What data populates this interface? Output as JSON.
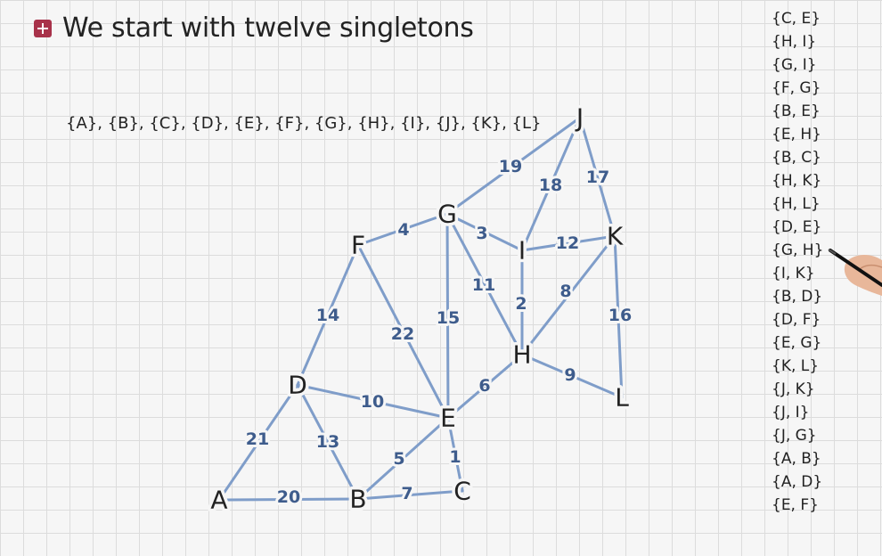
{
  "title": "We start with twelve singletons",
  "singletons": "{A}, {B}, {C}, {D}, {E}, {F}, {G}, {H}, {I}, {J}, {K}, {L}",
  "edge_list": [
    "{C, E}",
    "{H, I}",
    "{G, I}",
    "{F, G}",
    "{B, E}",
    "{E, H}",
    "{B, C}",
    "{H, K}",
    "{H, L}",
    "{D, E}",
    "{G, H}",
    "{I, K}",
    "{B, D}",
    "{D, F}",
    "{E, G}",
    "{K, L}",
    "{J, K}",
    "{J, I}",
    "{J, G}",
    "{A, B}",
    "{A, D}",
    "{E, F}"
  ],
  "graph": {
    "nodes": [
      "A",
      "B",
      "C",
      "D",
      "E",
      "F",
      "G",
      "H",
      "I",
      "J",
      "K",
      "L"
    ],
    "edges": [
      {
        "a": "C",
        "b": "E",
        "w": "1"
      },
      {
        "a": "H",
        "b": "I",
        "w": "2"
      },
      {
        "a": "G",
        "b": "I",
        "w": "3"
      },
      {
        "a": "F",
        "b": "G",
        "w": "4"
      },
      {
        "a": "B",
        "b": "E",
        "w": "5"
      },
      {
        "a": "E",
        "b": "H",
        "w": "6"
      },
      {
        "a": "B",
        "b": "C",
        "w": "7"
      },
      {
        "a": "H",
        "b": "K",
        "w": "8"
      },
      {
        "a": "H",
        "b": "L",
        "w": "9"
      },
      {
        "a": "D",
        "b": "E",
        "w": "10"
      },
      {
        "a": "G",
        "b": "H",
        "w": "11"
      },
      {
        "a": "I",
        "b": "K",
        "w": "12"
      },
      {
        "a": "B",
        "b": "D",
        "w": "13"
      },
      {
        "a": "D",
        "b": "F",
        "w": "14"
      },
      {
        "a": "E",
        "b": "G",
        "w": "15"
      },
      {
        "a": "K",
        "b": "L",
        "w": "16"
      },
      {
        "a": "J",
        "b": "K",
        "w": "17"
      },
      {
        "a": "J",
        "b": "I",
        "w": "18"
      },
      {
        "a": "J",
        "b": "G",
        "w": "19"
      },
      {
        "a": "A",
        "b": "B",
        "w": "20"
      },
      {
        "a": "A",
        "b": "D",
        "w": "21"
      },
      {
        "a": "E",
        "b": "F",
        "w": "22"
      }
    ]
  },
  "colors": {
    "edge": "#7f9dc9",
    "weight": "#3e5c8c",
    "icon": "#a8324a"
  }
}
